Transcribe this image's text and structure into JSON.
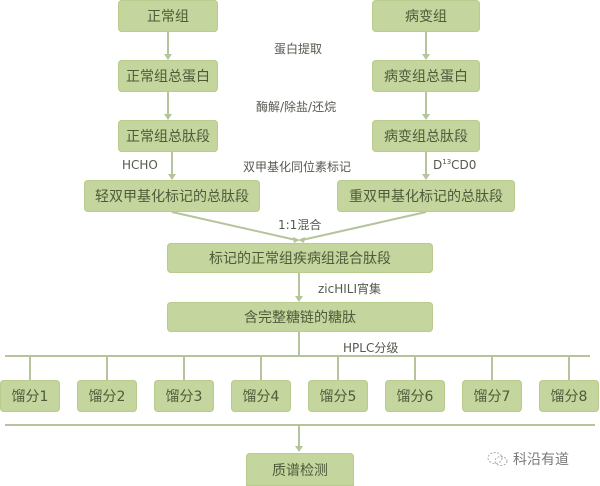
{
  "diagram": {
    "nodes": {
      "normal_group": "正常组",
      "disease_group": "病变组",
      "normal_total_protein": "正常组总蛋白",
      "disease_total_protein": "病变组总蛋白",
      "normal_total_peptides": "正常组总肽段",
      "disease_total_peptides": "病变组总肽段",
      "light_labeled_peptides": "轻双甲基化标记的总肽段",
      "heavy_labeled_peptides": "重双甲基化标记的总肽段",
      "mixed_peptides": "标记的正常组疾病组混合肽段",
      "glycopeptides": "含完整糖链的糖肽",
      "fractions": [
        "馏分1",
        "馏分2",
        "馏分3",
        "馏分4",
        "馏分5",
        "馏分6",
        "馏分7",
        "馏分8"
      ],
      "ms_detection": "质谱检测"
    },
    "steps": {
      "protein_extraction": "蛋白提取",
      "digestion": "酶解/除盐/还烷",
      "hcho": "HCHO",
      "dimethyl_labeling": "双甲基化同位素标记",
      "heavy_reagent_d": "D",
      "heavy_reagent_sup": "13",
      "heavy_reagent_rest": "CD0",
      "mix": "1:1混合",
      "enrichment": "zicHILI宵集",
      "hplc": "HPLC分级"
    },
    "colors": {
      "box_fill": "#c4d59d",
      "connector": "#b5c49a",
      "text": "#4f5a3a"
    }
  },
  "watermark": {
    "text": "科沿有道",
    "icon": "wechat-icon"
  }
}
